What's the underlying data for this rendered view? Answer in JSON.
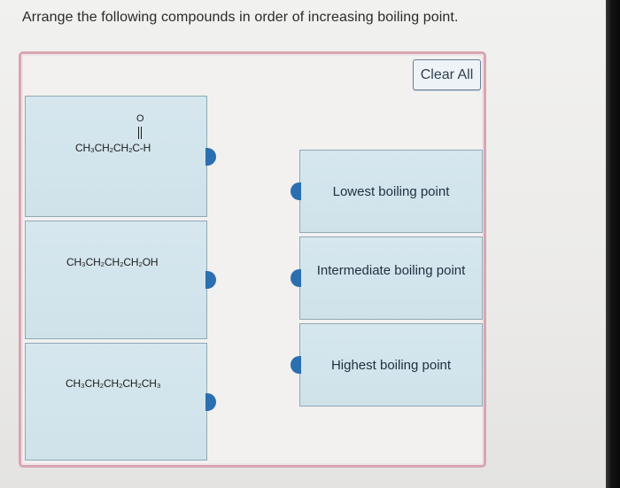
{
  "question": {
    "prompt": "Arrange the following compounds in order of increasing boiling point."
  },
  "toolbar": {
    "clear_label": "Clear All"
  },
  "compounds": [
    {
      "formula_main": "CH₃CH₂CH₂C-H",
      "carbonyl_o": "O"
    },
    {
      "formula_main": "CH₃CH₂CH₂CH₂OH"
    },
    {
      "formula_main": "CH₃CH₂CH₂CH₂CH₃"
    }
  ],
  "targets": [
    {
      "label": "Lowest boiling point"
    },
    {
      "label": "Intermediate boiling point"
    },
    {
      "label": "Highest boiling point"
    }
  ],
  "colors": {
    "frame_border": "#d7a6b1",
    "card_fill": "#d3e5ec",
    "connector": "#2c6fb0",
    "button_border": "#6b7e92"
  },
  "icons": {
    "source_connector": "drag-handle-right",
    "target_connector": "drop-handle-left"
  }
}
